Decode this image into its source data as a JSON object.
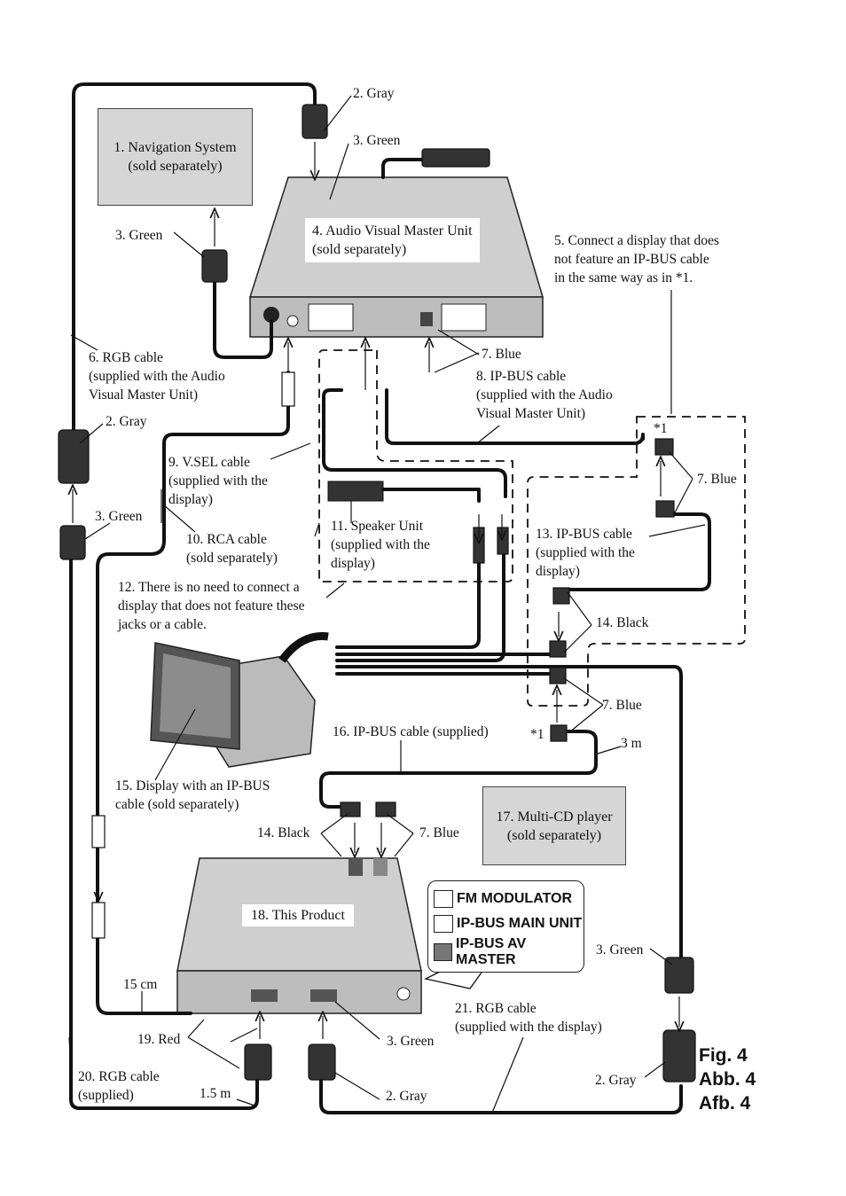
{
  "labels": {
    "l1": "1. Navigation System\n(sold separately)",
    "l2a": "2. Gray",
    "l2b": "2. Gray",
    "l2c": "2. Gray",
    "l2d": "2. Gray",
    "l3a": "3. Green",
    "l3b": "3. Green",
    "l3c": "3. Green",
    "l3d": "3. Green",
    "l3e": "3. Green",
    "l4": "4. Audio Visual Master Unit\n(sold separately)",
    "l5": "5. Connect a display that does\nnot feature an IP-BUS cable\nin the same way as in *1.",
    "l6": "6. RGB cable\n(supplied with the Audio\nVisual Master Unit)",
    "l7a": "7. Blue",
    "l7b": "7. Blue",
    "l7c": "7. Blue",
    "l7d": "7. Blue",
    "l8": "8. IP-BUS cable\n(supplied with the Audio\nVisual Master Unit)",
    "l9": "9. V.SEL cable\n(supplied with the\ndisplay)",
    "l10": "10. RCA cable\n(sold separately)",
    "l11": "11. Speaker Unit\n(supplied with the\ndisplay)",
    "l12": "12. There is no need to connect a\ndisplay that does not feature these\njacks or a cable.",
    "l13": "13. IP-BUS cable\n(supplied with the\ndisplay)",
    "l14a": "14. Black",
    "l14b": "14. Black",
    "l15": "15. Display with an IP-BUS\ncable (sold separately)",
    "l16": "16. IP-BUS cable (supplied)",
    "l17": "17. Multi-CD player\n(sold separately)",
    "l18": "18. This Product",
    "l19": "19. Red",
    "l20": "20. RGB cable\n(supplied)",
    "l21": "21. RGB cable\n(supplied with the display)",
    "star1a": "*1",
    "star1b": "*1",
    "len3m": "3 m",
    "len15cm": "15 cm",
    "len15m": "1.5 m"
  },
  "legend": {
    "row1": "FM MODULATOR",
    "row2": "IP-BUS MAIN UNIT",
    "row3": "IP-BUS AV MASTER"
  },
  "figure": {
    "en": "Fig. 4",
    "de": "Abb. 4",
    "nl": "Afb. 4"
  },
  "colors": {
    "cable": "#111111",
    "box_fill": "#d6d6d6",
    "device_fill": "#c8c8c8",
    "dashed": "#111111"
  }
}
